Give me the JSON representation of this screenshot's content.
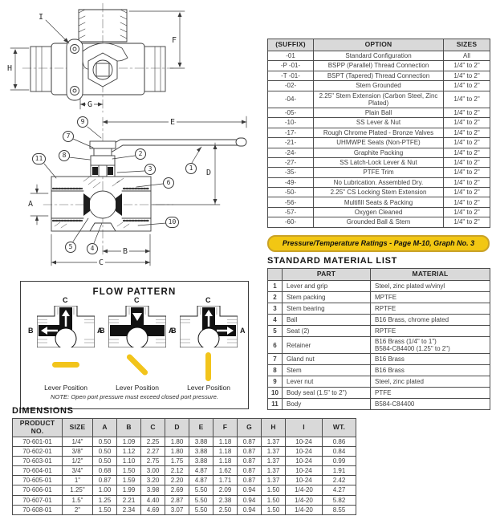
{
  "colors": {
    "accent_yellow": "#F2C713",
    "table_header_gray": "#d9d9d9"
  },
  "drawing": {
    "labels": {
      "I": "I",
      "F": "F",
      "H": "H",
      "G": "G",
      "E": "E",
      "D": "D",
      "A": "A",
      "B": "B",
      "C": "C"
    },
    "callouts": [
      "1",
      "2",
      "3",
      "4",
      "5",
      "6",
      "7",
      "8",
      "9",
      "10",
      "11"
    ]
  },
  "suffix_table": {
    "headers": [
      "(SUFFIX)",
      "OPTION",
      "SIZES"
    ],
    "rows": [
      [
        "-01",
        "Standard Configuration",
        "All"
      ],
      [
        "-P -01-",
        "BSPP (Parallel) Thread Connection",
        "1/4\" to 2\""
      ],
      [
        "-T -01-",
        "BSPT (Tapered) Thread Connection",
        "1/4\" to 2\""
      ],
      [
        "-02-",
        "Stem Grounded",
        "1/4\" to 2\""
      ],
      [
        "-04-",
        "2.25\" Stem Extension (Carbon Steel, Zinc Plated)",
        "1/4\" to 2\""
      ],
      [
        "-05-",
        "Plain Ball",
        "1/4\" to 2\""
      ],
      [
        "-10-",
        "SS Lever & Nut",
        "1/4\" to 2\""
      ],
      [
        "-17-",
        "Rough Chrome Plated - Bronze Valves",
        "1/4\" to 2\""
      ],
      [
        "-21-",
        "UHMWPE Seats (Non-PTFE)",
        "1/4\" to 2\""
      ],
      [
        "-24-",
        "Graphite Packing",
        "1/4\" to 2\""
      ],
      [
        "-27-",
        "SS Latch-Lock Lever & Nut",
        "1/4\" to 2\""
      ],
      [
        "-35-",
        "PTFE Trim",
        "1/4\" to 2\""
      ],
      [
        "-49-",
        "No Lubrication. Assembled Dry.",
        "1/4\" to 2\""
      ],
      [
        "-50-",
        "2.25\" CS Locking Stem Extension",
        "1/4\" to 2\""
      ],
      [
        "-56-",
        "Multifill Seats & Packing",
        "1/4\" to 2\""
      ],
      [
        "-57-",
        "Oxygen Cleaned",
        "1/4\" to 2\""
      ],
      [
        "-60-",
        "Grounded Ball & Stem",
        "1/4\" to 2\""
      ]
    ]
  },
  "ratings_banner": {
    "text": "Pressure/Temperature Ratings - Page M-10, Graph No. 3",
    "bg": "#F2C713"
  },
  "material_list": {
    "title": "STANDARD MATERIAL LIST",
    "headers": [
      "",
      "PART",
      "MATERIAL"
    ],
    "rows": [
      [
        "1",
        "Lever and grip",
        "Steel, zinc plated w/vinyl"
      ],
      [
        "2",
        "Stem packing",
        "MPTFE"
      ],
      [
        "3",
        "Stem bearing",
        "RPTFE"
      ],
      [
        "4",
        "Ball",
        "B16 Brass, chrome plated"
      ],
      [
        "5",
        "Seat  (2)",
        "RPTFE"
      ],
      [
        "6",
        "Retainer",
        "B16 Brass (1/4\" to 1\")\nB584-C84400 (1.25\" to 2\")"
      ],
      [
        "7",
        "Gland nut",
        "B16 Brass"
      ],
      [
        "8",
        "Stem",
        "B16 Brass"
      ],
      [
        "9",
        "Lever nut",
        "Steel, zinc plated"
      ],
      [
        "10",
        "Body seal (1.5\" to 2\")",
        "PTFE"
      ],
      [
        "11",
        "Body",
        "B584-C84400"
      ]
    ]
  },
  "flow_pattern": {
    "title": "FLOW PATTERN",
    "diagrams": [
      {
        "top": "C",
        "left": "B",
        "right": "A",
        "lever": "horizontal",
        "caption": "Lever Position"
      },
      {
        "top": "C",
        "left": "B",
        "right": "A",
        "lever": "diagonal",
        "caption": "Lever Position"
      },
      {
        "top": "C",
        "left": "B",
        "right": "A",
        "lever": "vertical",
        "caption": "Lever Position"
      }
    ],
    "note": "NOTE: Open port pressure must exceed closed port pressure."
  },
  "dimensions": {
    "title": "DIMENSIONS",
    "headers": [
      "PRODUCT NO.",
      "SIZE",
      "A",
      "B",
      "C",
      "D",
      "E",
      "F",
      "G",
      "H",
      "I",
      "WT."
    ],
    "rows": [
      [
        "70-601-01",
        "1/4\"",
        "0.50",
        "1.09",
        "2.25",
        "1.80",
        "3.88",
        "1.18",
        "0.87",
        "1.37",
        "10-24",
        "0.86"
      ],
      [
        "70-602-01",
        "3/8\"",
        "0.50",
        "1.12",
        "2.27",
        "1.80",
        "3.88",
        "1.18",
        "0.87",
        "1.37",
        "10-24",
        "0.84"
      ],
      [
        "70-603-01",
        "1/2\"",
        "0.50",
        "1.10",
        "2.75",
        "1.75",
        "3.88",
        "1.18",
        "0.87",
        "1.37",
        "10-24",
        "0.99"
      ],
      [
        "70-604-01",
        "3/4\"",
        "0.68",
        "1.50",
        "3.00",
        "2.12",
        "4.87",
        "1.62",
        "0.87",
        "1.37",
        "10-24",
        "1.91"
      ],
      [
        "70-605-01",
        "1\"",
        "0.87",
        "1.59",
        "3.20",
        "2.20",
        "4.87",
        "1.71",
        "0.87",
        "1.37",
        "10-24",
        "2.42"
      ],
      [
        "70-606-01",
        "1.25\"",
        "1.00",
        "1.99",
        "3.98",
        "2.69",
        "5.50",
        "2.09",
        "0.94",
        "1.50",
        "1/4-20",
        "4.27"
      ],
      [
        "70-607-01",
        "1.5\"",
        "1.25",
        "2.21",
        "4.40",
        "2.87",
        "5.50",
        "2.38",
        "0.94",
        "1.50",
        "1/4-20",
        "5.82"
      ],
      [
        "70-608-01",
        "2\"",
        "1.50",
        "2.34",
        "4.69",
        "3.07",
        "5.50",
        "2.50",
        "0.94",
        "1.50",
        "1/4-20",
        "8.55"
      ]
    ]
  }
}
